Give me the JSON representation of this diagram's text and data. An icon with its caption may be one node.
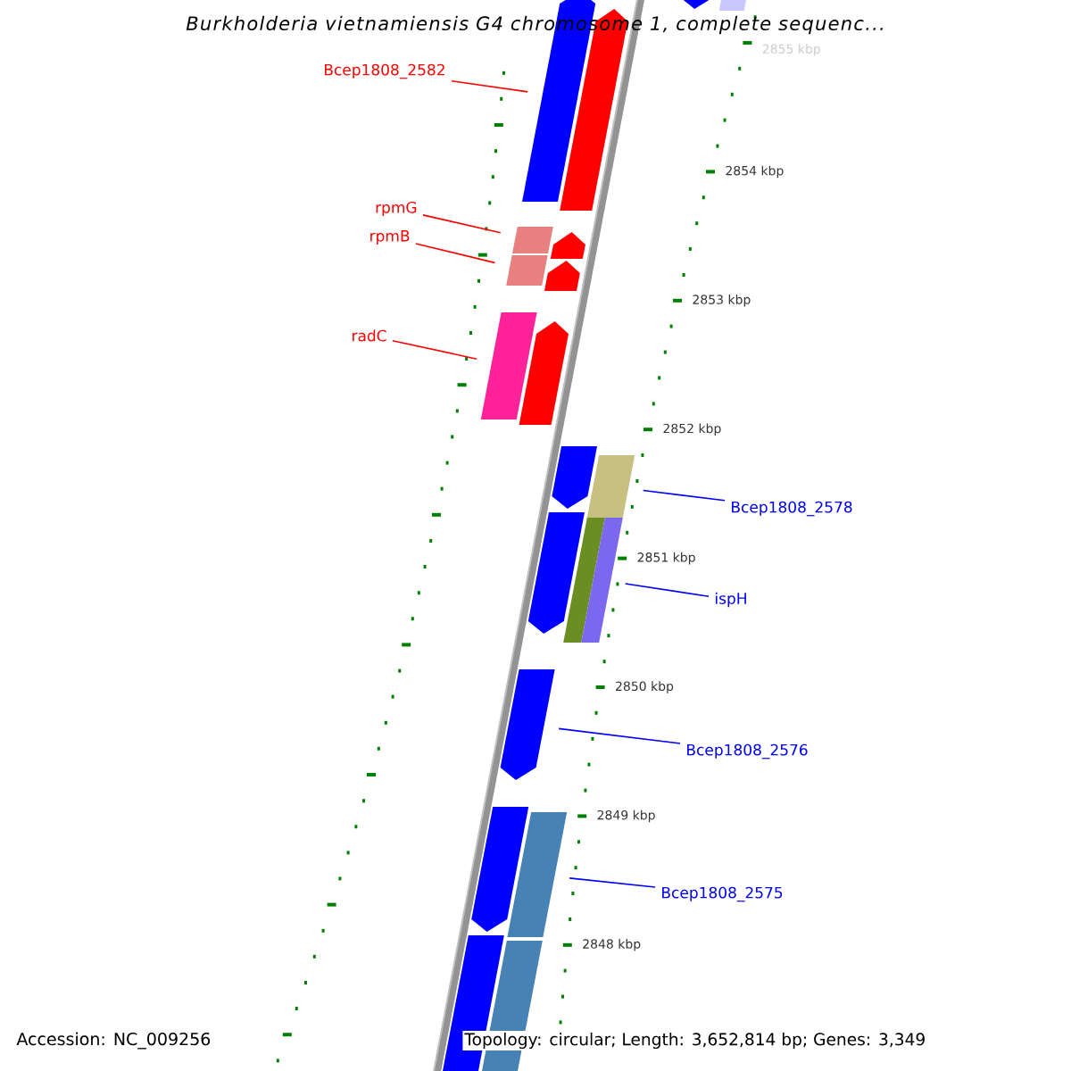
{
  "diagram": {
    "title": "Burkholderia vietnamiensis G4 chromosome 1, complete sequenc...",
    "nodes": [
      {
        "text": [
          "Bcep1808_2582"
        ]
      },
      {
        "text": [
          "rpmG"
        ]
      },
      {
        "text": [
          "rpmB"
        ]
      },
      {
        "text": [
          "radC"
        ]
      },
      {
        "text": [
          "Bcep1808_2578"
        ]
      },
      {
        "text": [
          "ispH"
        ]
      },
      {
        "text": [
          "Bcep1808_2576"
        ]
      },
      {
        "text": [
          "Bcep1808_2575"
        ]
      },
      {
        "text": [],
        "shape": "bar"
      },
      {
        "text": [],
        "shape": "bar"
      },
      {
        "text": [],
        "shape": "bar"
      },
      {
        "text": [],
        "shape": "bar"
      },
      {
        "text": [],
        "shape": "bar"
      },
      {
        "text": [],
        "shape": "bar"
      },
      {
        "text": [],
        "shape": "bar"
      },
      {
        "text": [],
        "shape": "bar"
      },
      {
        "text": [],
        "shape": "bar"
      },
      {
        "text": [],
        "shape": "bar"
      },
      {
        "text": [],
        "shape": "bar"
      },
      {
        "text": [],
        "shape": "bar"
      },
      {
        "text": [],
        "shape": "bar"
      },
      {
        "text": [],
        "shape": "bar"
      },
      {
        "text": [],
        "shape": "bar"
      },
      {
        "text": [],
        "shape": "bar"
      },
      {
        "text": [],
        "shape": "bar"
      },
      {
        "text": [],
        "shape": "bar"
      },
      {
        "text": [],
        "shape": "bar"
      },
      {
        "text": [],
        "shape": "bar"
      }
    ],
    "edges": [
      {
        "from": 0,
        "to": 10,
        "arrow": "none",
        "color": "#ff0000"
      },
      {
        "from": 1,
        "to": 12,
        "arrow": "none",
        "color": "#ff0000"
      },
      {
        "from": 2,
        "to": 14,
        "arrow": "none",
        "color": "#ff0000"
      },
      {
        "from": 3,
        "to": 16,
        "arrow": "none",
        "color": "#ff0000"
      },
      {
        "from": 4,
        "to": 19,
        "arrow": "none",
        "color": "#0000ff"
      },
      {
        "from": 5,
        "to": 22,
        "arrow": "none",
        "color": "#0000ff"
      },
      {
        "from": 6,
        "to": 23,
        "arrow": "none",
        "color": "#0000ff"
      },
      {
        "from": 7,
        "to": 25,
        "arrow": "none",
        "color": "#0000ff"
      }
    ],
    "labels": [
      "2855 kbp",
      "2854 kbp",
      "2853 kbp",
      "2852 kbp",
      "2851 kbp",
      "2850 kbp",
      "2849 kbp",
      "2848 kbp",
      "Accession: NC_009256",
      "Topology: circular; Length: 3,652,814 bp; Genes: 3,349"
    ]
  }
}
